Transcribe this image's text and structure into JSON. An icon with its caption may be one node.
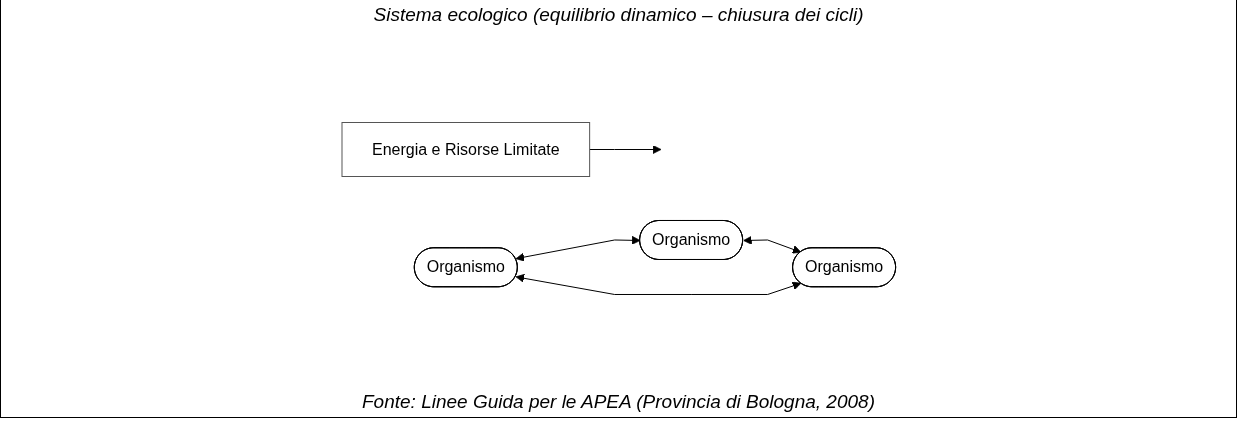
{
  "diagram": {
    "title": "Sistema ecologico (equilibrio dinamico – chiusura dei cicli)",
    "caption": "Fonte: Linee Guida per le APEA (Provincia di Bologna, 2008)",
    "nodes": [
      {
        "text": [
          "Energia e Risorse Limitate"
        ]
      },
      {
        "text": [
          "Organismo"
        ]
      },
      {
        "text": [
          "Organismo"
        ]
      },
      {
        "text": [
          "Organismo"
        ]
      }
    ],
    "edges": [
      {
        "from": 0,
        "to": null,
        "arrow": "to"
      },
      {
        "from": 2,
        "to": 1,
        "arrow": "both"
      },
      {
        "from": 1,
        "to": 3,
        "arrow": "both"
      },
      {
        "from": 2,
        "to": 3,
        "arrow": "both"
      }
    ]
  }
}
